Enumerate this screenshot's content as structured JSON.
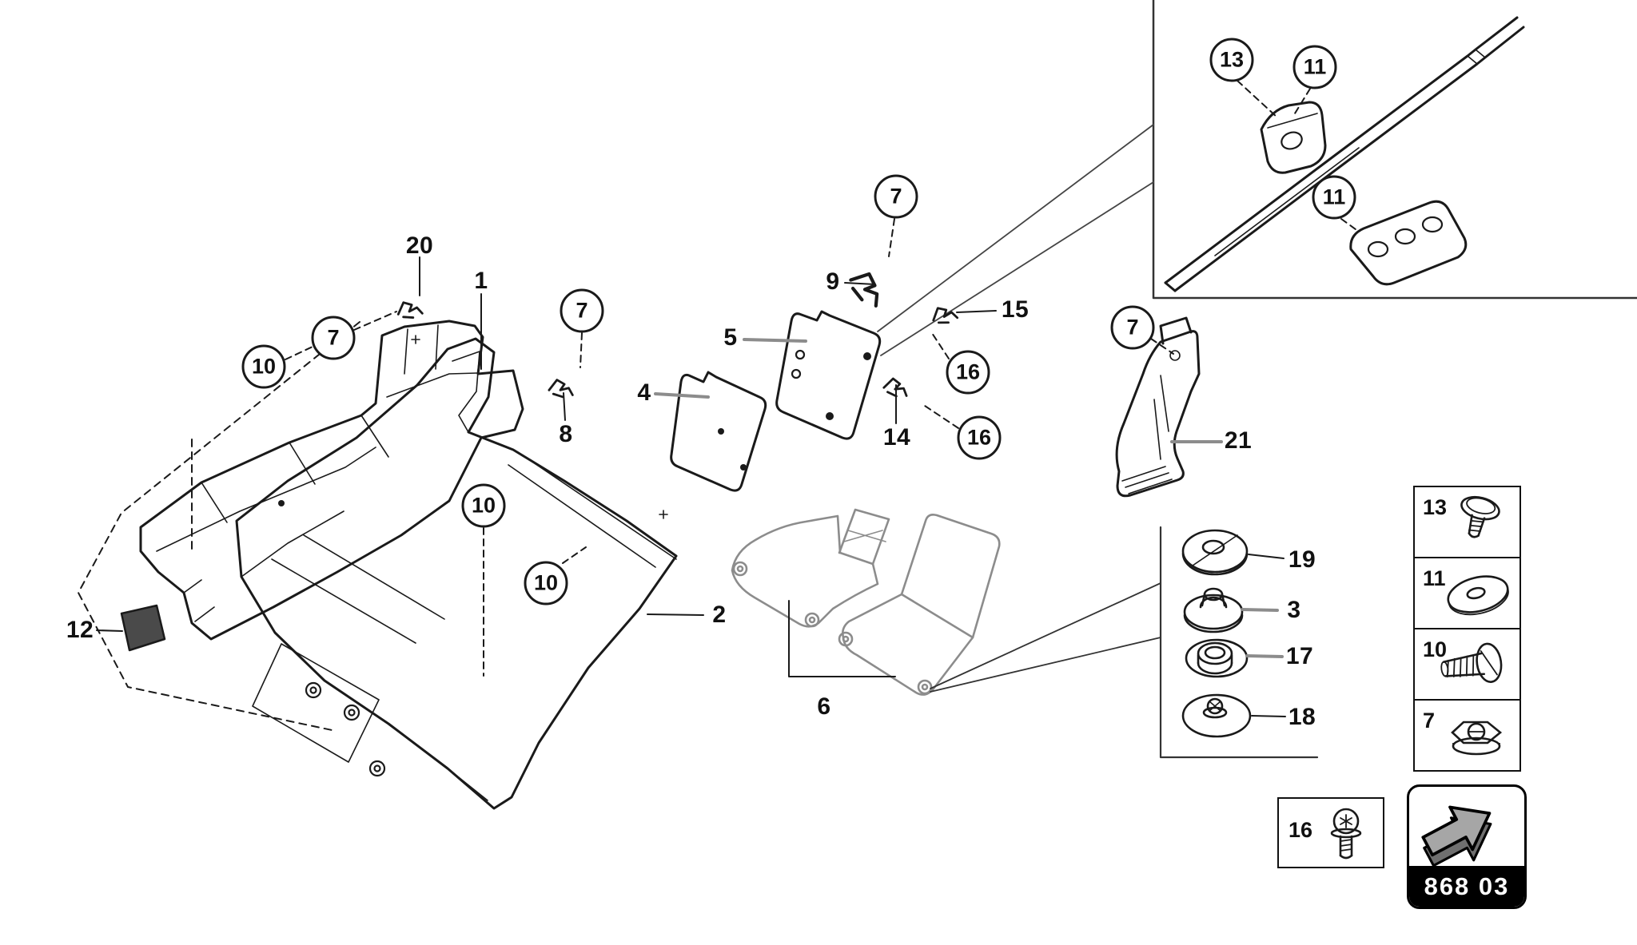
{
  "document": {
    "type": "exploded-parts-diagram",
    "table_code": "868 03",
    "colors": {
      "ink": "#1a1a1a",
      "background": "#ffffff",
      "soft_gray": "#8c8c8c",
      "pad_fill": "#4a4a4a",
      "badge_bg": "#000000",
      "badge_text": "#ffffff",
      "arrow_fill": "#a6a6a6"
    }
  },
  "callouts": {
    "circle_10_left": "10",
    "circle_7_left": "7",
    "circle_7_console": "7",
    "circle_7_center": "7",
    "circle_16_upper": "16",
    "circle_16_lower": "16",
    "circle_7_bracket": "7",
    "circle_10_mid": "10",
    "circle_10_lower": "10",
    "circle_13_inset": "13",
    "circle_11_inset_upper": "11",
    "circle_11_inset_lower": "11",
    "label_20": "20",
    "label_1": "1",
    "label_8": "8",
    "label_9": "9",
    "label_5": "5",
    "label_4": "4",
    "label_15": "15",
    "label_14": "14",
    "label_2": "2",
    "label_6": "6",
    "label_12": "12",
    "label_21": "21",
    "label_19": "19",
    "label_3": "3",
    "label_17": "17",
    "label_18": "18"
  },
  "legend": {
    "rows": [
      {
        "num": "13",
        "icon": "washer-head-screw"
      },
      {
        "num": "11",
        "icon": "flat-washer"
      },
      {
        "num": "10",
        "icon": "flanged-bolt"
      },
      {
        "num": "7",
        "icon": "flange-nut"
      }
    ]
  },
  "screw_box": {
    "num": "16",
    "icon": "torx-pan-screw"
  },
  "nav_badge": {
    "code": "868 03",
    "icon": "forward-arrow"
  }
}
